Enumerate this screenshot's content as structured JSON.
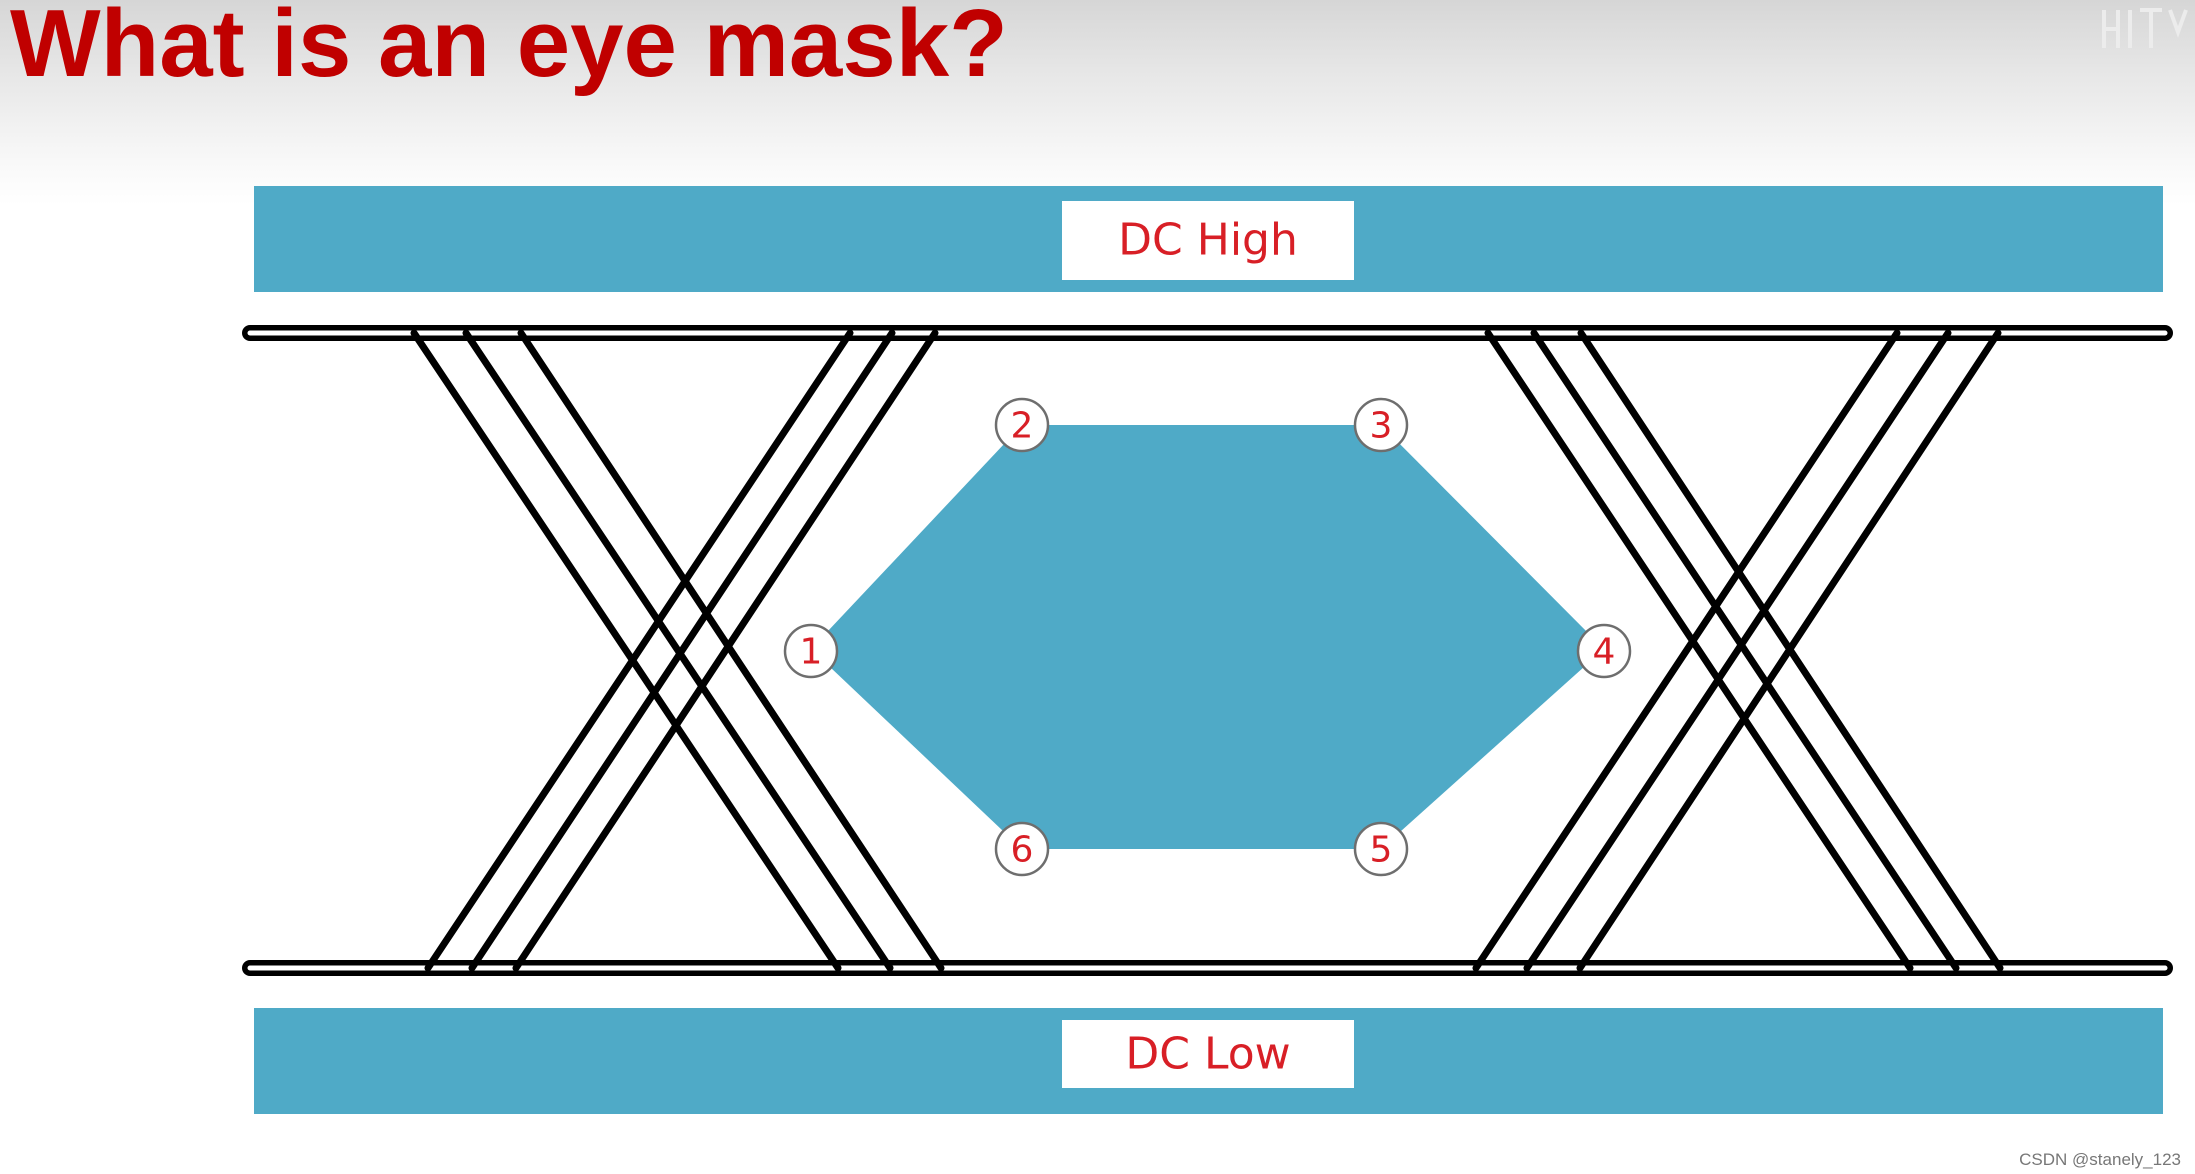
{
  "title": "What is an eye mask?",
  "bands": {
    "top_label": "DC High",
    "bottom_label": "DC Low"
  },
  "mask_points": [
    {
      "id": "p1",
      "label": "1"
    },
    {
      "id": "p2",
      "label": "2"
    },
    {
      "id": "p3",
      "label": "3"
    },
    {
      "id": "p4",
      "label": "4"
    },
    {
      "id": "p5",
      "label": "5"
    },
    {
      "id": "p6",
      "label": "6"
    }
  ],
  "watermark": "CSDN @stanely_123",
  "colors": {
    "title": "#c00000",
    "band_fill": "#4faac7",
    "mask_fill": "#4faac7",
    "label_text": "#d81f26",
    "trace": "#000000",
    "label_box": "#ffffff"
  }
}
